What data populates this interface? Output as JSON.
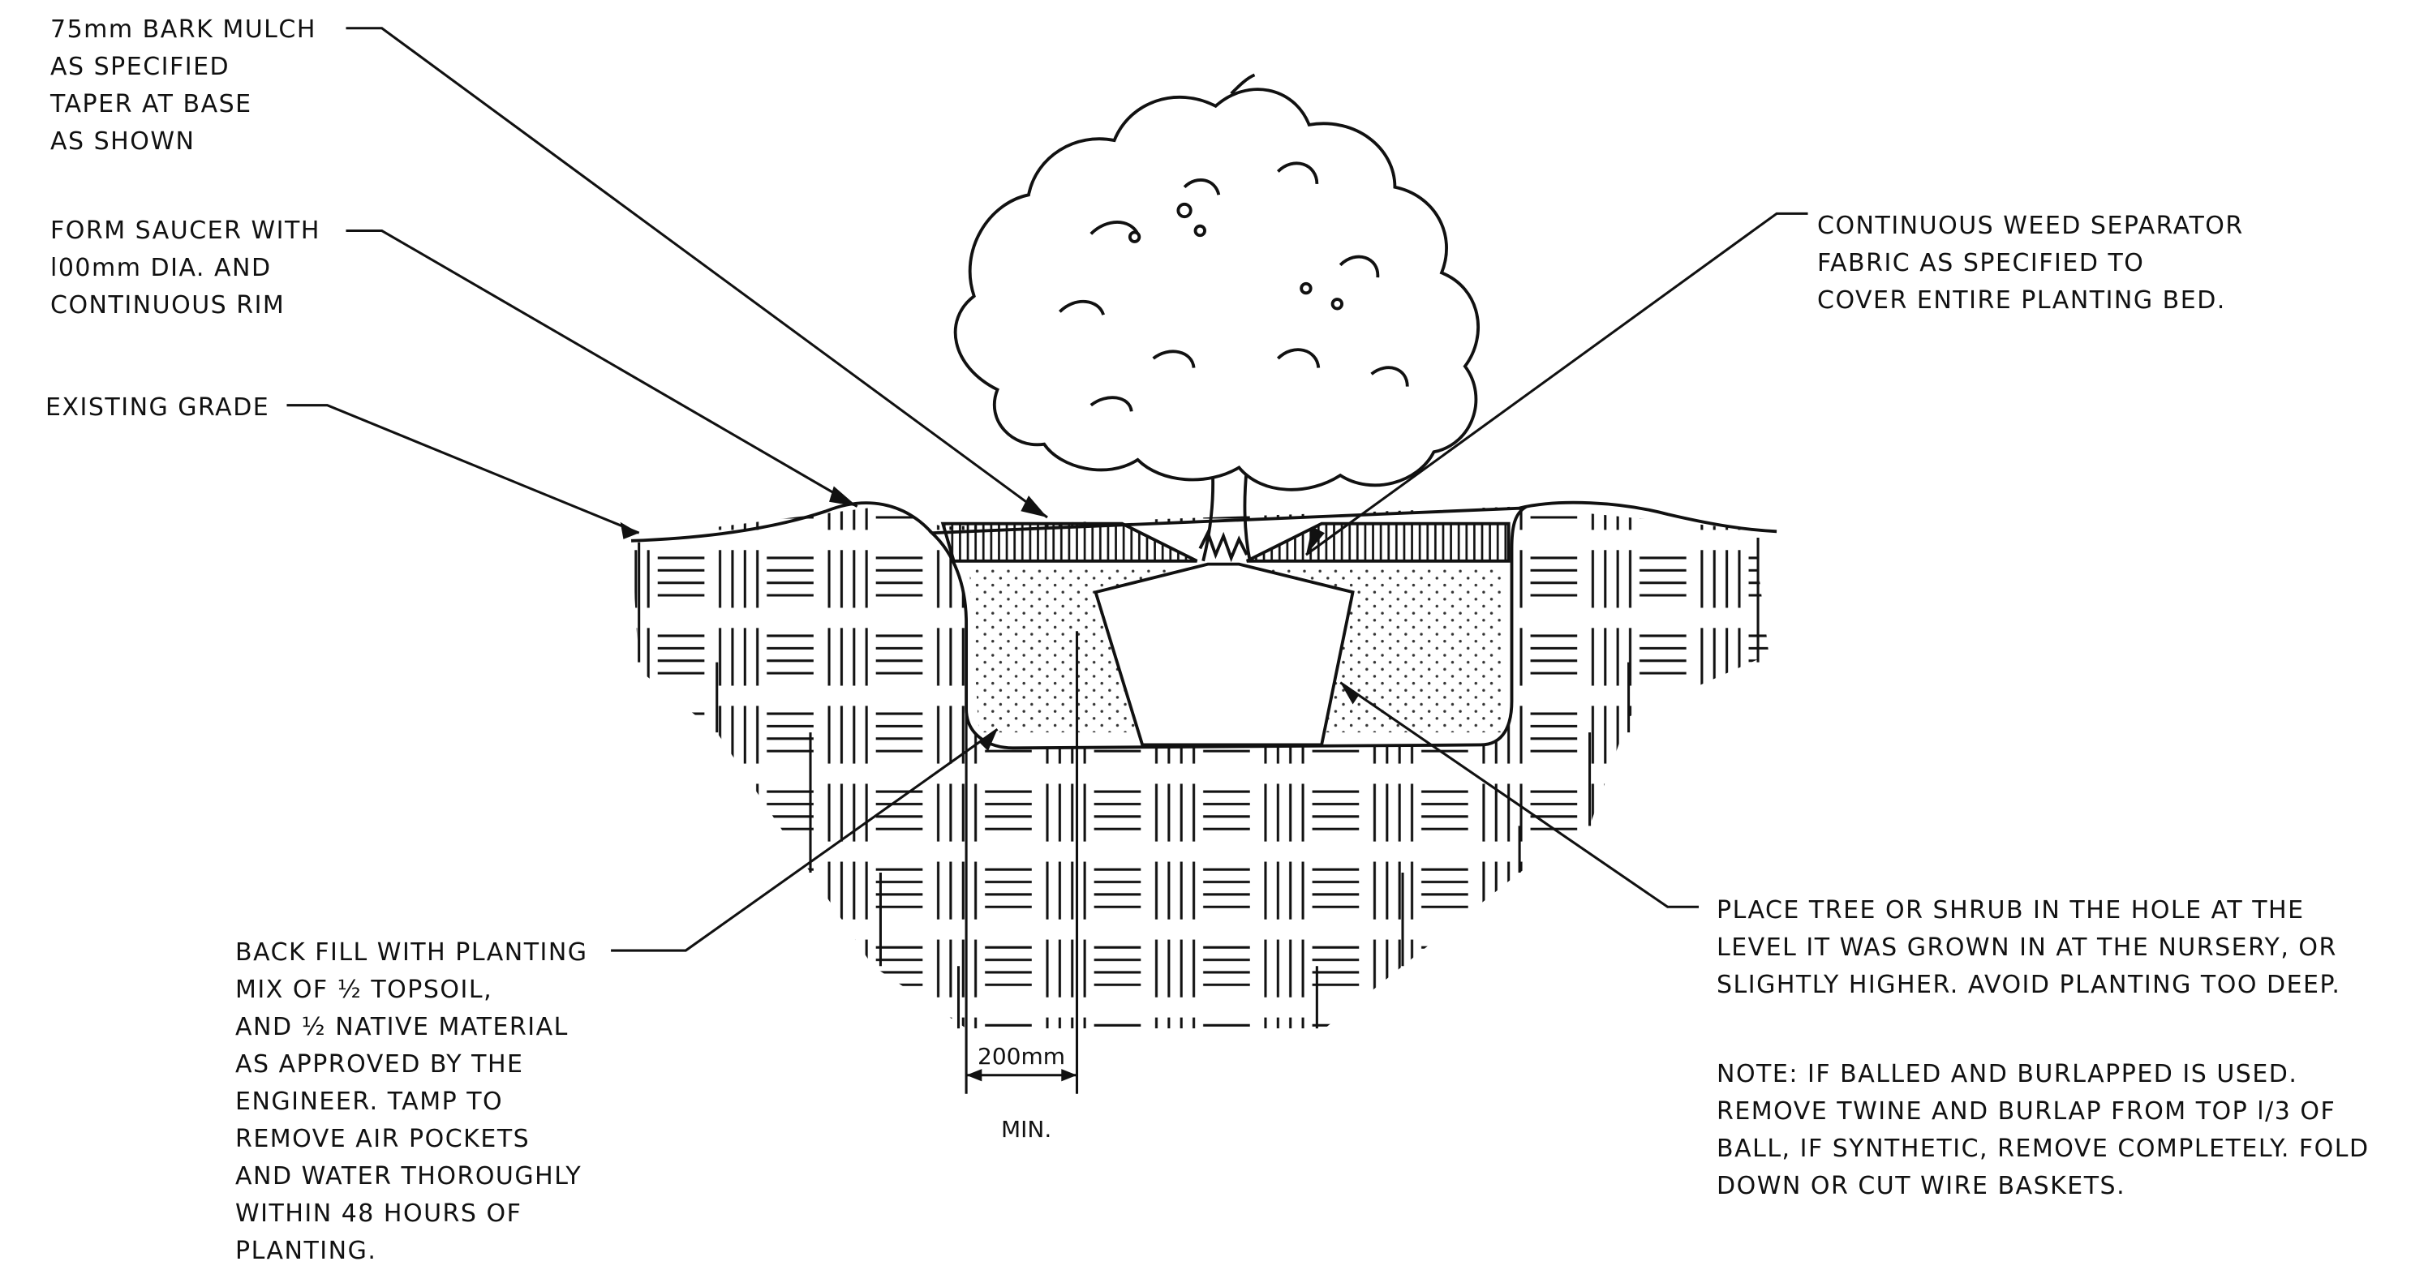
{
  "labels": {
    "bark_mulch": [
      "75mm BARK MULCH",
      "AS SPECIFIED",
      "TAPER AT BASE",
      "AS SHOWN"
    ],
    "saucer": [
      "FORM SAUCER WITH",
      "l00mm DIA. AND",
      "CONTINUOUS RIM"
    ],
    "existing_grade": [
      "EXISTING GRADE"
    ],
    "weed_separator": [
      "CONTINUOUS WEED SEPARATOR",
      "FABRIC AS SPECIFIED TO",
      "COVER ENTIRE PLANTING BED."
    ],
    "backfill": [
      "BACK FILL WITH PLANTING",
      "MIX OF ½  TOPSOIL,",
      "AND ½  NATIVE MATERIAL",
      "AS APPROVED BY THE",
      "ENGINEER. TAMP TO",
      "REMOVE AIR POCKETS",
      "AND WATER THOROUGHLY",
      "WITHIN 48 HOURS OF",
      "PLANTING."
    ],
    "place_tree": [
      "PLACE TREE OR SHRUB IN THE HOLE AT THE",
      "LEVEL IT WAS GROWN IN AT THE NURSERY, OR",
      "SLIGHTLY HIGHER. AVOID PLANTING TOO DEEP."
    ],
    "note": [
      "NOTE: IF BALLED AND BURLAPPED IS USED.",
      "REMOVE TWINE AND BURLAP FROM TOP l/3 OF",
      "BALL, IF SYNTHETIC, REMOVE COMPLETELY. FOLD",
      "DOWN OR CUT WIRE BASKETS."
    ]
  },
  "dimension": {
    "value": "200mm",
    "qualifier": "MIN."
  }
}
